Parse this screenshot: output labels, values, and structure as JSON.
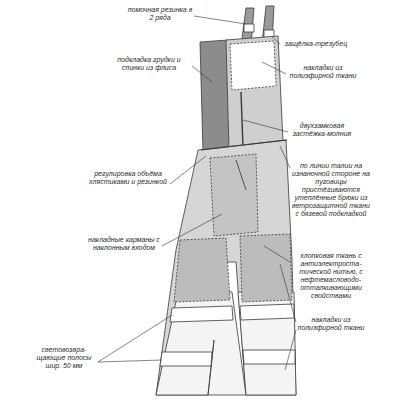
{
  "diagram": {
    "labels": [
      "помочная резинка в 2 ряда",
      "подкладка грудки и спинки из флиса",
      "регулировка объёма хлястиками и резинкой",
      "накладные карманы с наклонным входом",
      "световозвра- щающие полосы шир. 50 мм",
      "защёлка-трезубец",
      "накладки из полиэфирной ткани",
      "двухзамковая застёжка-молния",
      "по линии талии на изнаночной стороне на пуговицы пристёгиваются утеплённые брюки из ветрозащитной ткани с бязевой подкладкой",
      "хлопковая ткань с антиэлектроста- тической нитью, с нефтемасловодо- отталкивающими свойствами",
      "накладки из полиэфирной ткани"
    ]
  }
}
